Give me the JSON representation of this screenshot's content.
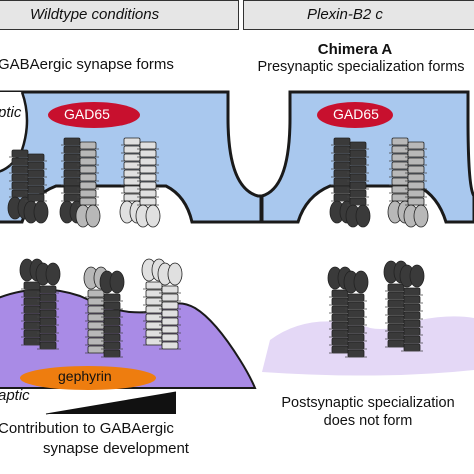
{
  "headers": {
    "left": "Wildtype conditions",
    "right": "Plexin-B2 c"
  },
  "left_panel": {
    "caption": "GABAergic synapse forms",
    "presyn_cut_label": "ptic",
    "presyn_protein": "GAD65",
    "postsyn_protein": "gephyrin",
    "postsyn_cut_label": "aptic",
    "gradient_caption_line1": "Contribution to GABAergic",
    "gradient_caption_line2": "synapse development"
  },
  "right_panel": {
    "title": "Chimera A",
    "caption": "Presynaptic specialization forms",
    "presyn_protein": "GAD65",
    "bottom_caption_line1": "Postsynaptic specialization",
    "bottom_caption_line2": "does not form"
  },
  "colors": {
    "presynaptic_terminal": "#a9c8ee",
    "postsynaptic_left": "#a98be6",
    "postsynaptic_right": "#e4d8f6",
    "gad65": "#c8102e",
    "gephyrin": "#ee7d0f",
    "protein_dark": "#3a3a3a",
    "protein_mid": "#b8b8b8",
    "protein_light": "#e0e0e0"
  }
}
